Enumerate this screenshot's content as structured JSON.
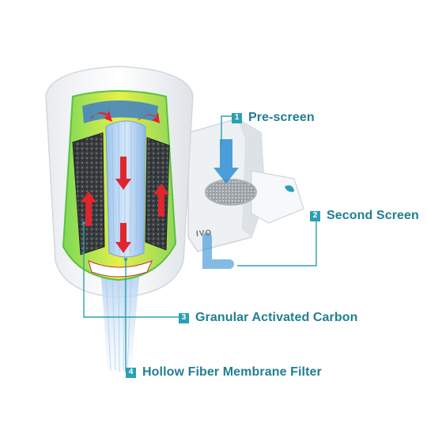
{
  "accent_color": "#2aa0b3",
  "text_color": "#1f7f92",
  "brand_text": "IVO",
  "callouts": [
    {
      "number": "1",
      "label": "Pre-screen"
    },
    {
      "number": "2",
      "label": "Second Screen"
    },
    {
      "number": "3",
      "label": "Granular Activated Carbon"
    },
    {
      "number": "4",
      "label": "Hollow Fiber Membrane Filter"
    }
  ],
  "icons": [
    "water-flow-arrow-icon",
    "filter-mesh-icon",
    "red-flow-arrow-icon"
  ]
}
